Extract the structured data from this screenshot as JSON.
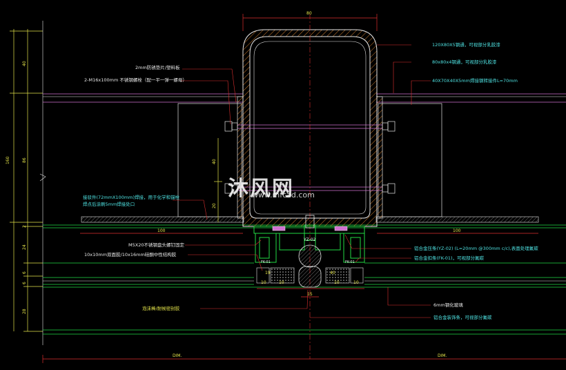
{
  "labels_left": {
    "l1": "2mm防锈垫片/塑料板",
    "l2": "2-M16x100mm 不锈钢螺栓（配一平一弹一螺母）",
    "l3a": "接驳件(72mmX100mm)焊接，用于化学和锚栓",
    "l3b": "焊点后涂刷5mm焊接处口",
    "l4": "M5X20不锈钢盘头螺钉固定",
    "l5": "10x10mm双面胶/10x16mm硅酮中性结构胶",
    "l6": "泡沫棒/耐候密封胶"
  },
  "labels_right": {
    "r1": "120X80X5钢通，可视部分乳胶漆",
    "r2": "80x80x4钢通，可视部分乳胶漆",
    "r3": "40X70X40X5mm焊接钢转接件L=70mm",
    "r4": "铝合金压条(YZ-02) (L=20mm  @300mm  c/c),表面处理氟碳",
    "r5": "铝合金扣条(FK-01)，可视部分氟碳",
    "r6": "6mm钢化玻璃",
    "r7": "铝合金装饰条，可视部分氟碳"
  },
  "dims": {
    "top": "80",
    "left_100": "100",
    "right_100": "100",
    "v160": "160",
    "v40": "40",
    "v86": "86",
    "v40b": "40",
    "v20": "20",
    "v2": "2",
    "v24": "24",
    "v6a": "6",
    "v6b": "6",
    "v28": "28",
    "d10a": "10",
    "d10b": "10",
    "d10c": "10",
    "d10d": "10",
    "d15": "15",
    "dim_left": "DIM.",
    "dim_right": "DIM.",
    "yz": "YZ-02",
    "fk_l": "FK-01",
    "fk_r": "FK-01",
    "d19": "19",
    "d40": "40"
  },
  "watermark": {
    "main": "沐风网",
    "sub": "www.mfcad.com"
  },
  "colors": {
    "background": "#000000",
    "white": "#e8e8e8",
    "red": "#e03030",
    "green": "#22dd44",
    "yellow": "#e6e64a",
    "cyan": "#4fe3e3",
    "magenta": "#d070d0",
    "orange": "#d08030"
  }
}
